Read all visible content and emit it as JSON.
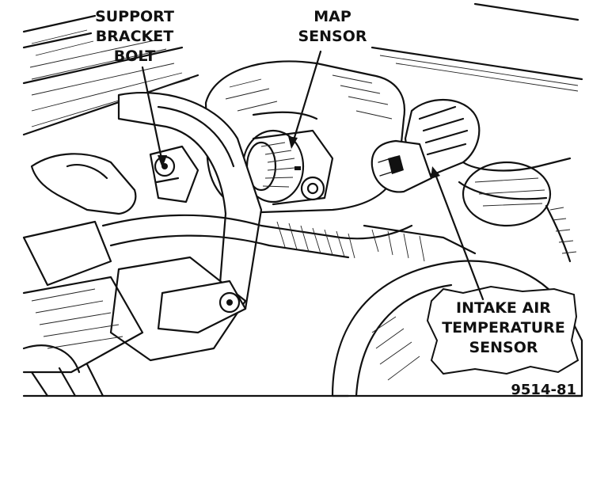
{
  "labels": {
    "support_bracket_bolt": [
      "SUPPORT",
      "BRACKET",
      "BOLT"
    ],
    "map_sensor": [
      "MAP",
      "SENSOR"
    ],
    "intake_air_temperature_sensor": [
      "INTAKE AIR",
      "TEMPERATURE",
      "SENSOR"
    ]
  },
  "figure_number": "9514-81",
  "colors": {
    "ink": "#111111",
    "paper": "#ffffff"
  }
}
